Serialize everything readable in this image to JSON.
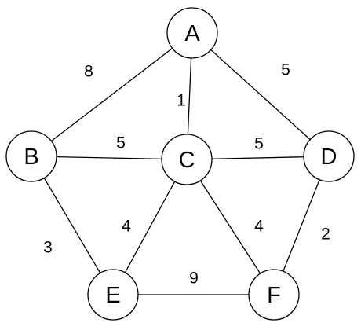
{
  "graph": {
    "nodes": [
      {
        "id": "A",
        "label": "A"
      },
      {
        "id": "B",
        "label": "B"
      },
      {
        "id": "C",
        "label": "C"
      },
      {
        "id": "D",
        "label": "D"
      },
      {
        "id": "E",
        "label": "E"
      },
      {
        "id": "F",
        "label": "F"
      }
    ],
    "edges": [
      {
        "from": "A",
        "to": "B",
        "weight": "8"
      },
      {
        "from": "A",
        "to": "C",
        "weight": "1"
      },
      {
        "from": "A",
        "to": "D",
        "weight": "5"
      },
      {
        "from": "B",
        "to": "C",
        "weight": "5"
      },
      {
        "from": "C",
        "to": "D",
        "weight": "5"
      },
      {
        "from": "B",
        "to": "E",
        "weight": "3"
      },
      {
        "from": "C",
        "to": "E",
        "weight": "4"
      },
      {
        "from": "C",
        "to": "F",
        "weight": "4"
      },
      {
        "from": "D",
        "to": "F",
        "weight": "2"
      },
      {
        "from": "E",
        "to": "F",
        "weight": "9"
      }
    ]
  }
}
